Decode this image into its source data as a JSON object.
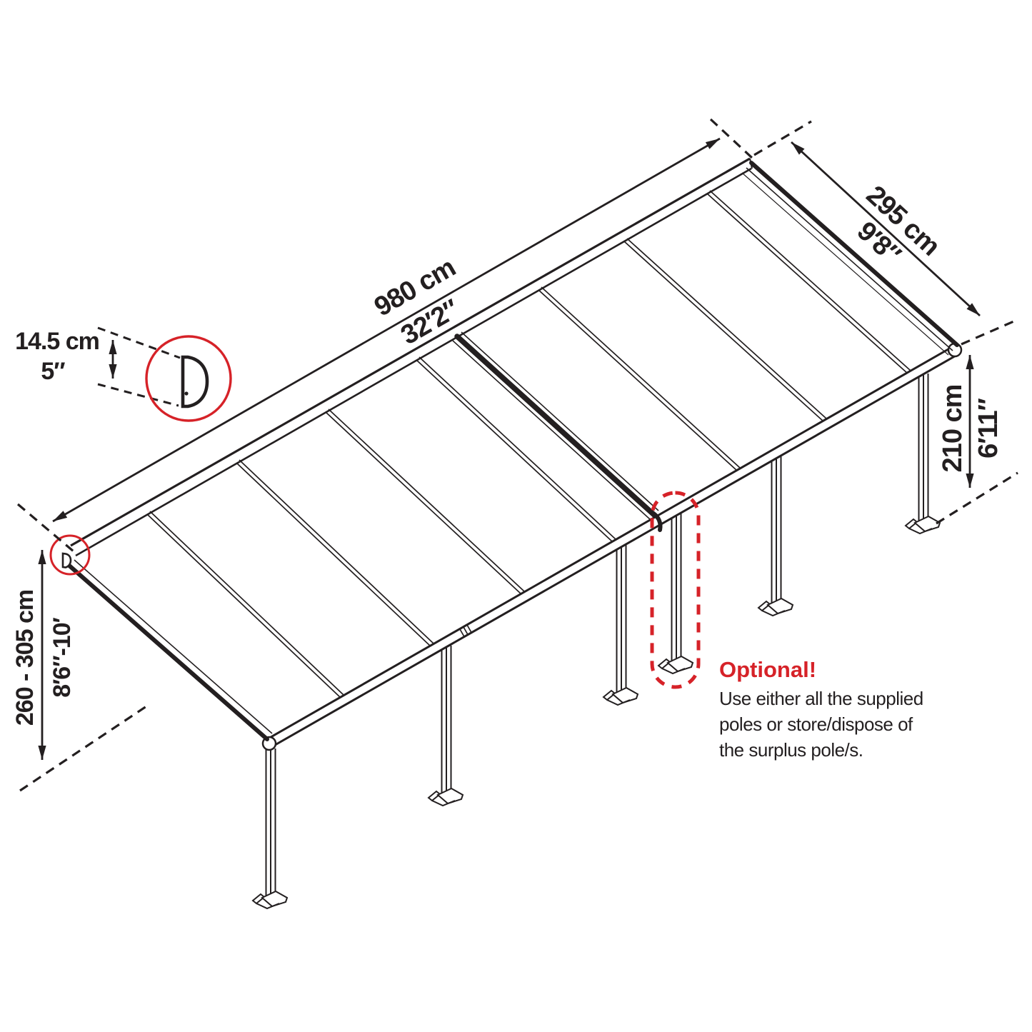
{
  "diagram": {
    "kind": "isometric-dimension-drawing",
    "subject": "patio-cover-with-support-poles",
    "dimensions": {
      "length": {
        "metric": "980 cm",
        "imperial": "32′2″"
      },
      "depth": {
        "metric": "295 cm",
        "imperial": "9′8″"
      },
      "front_height": {
        "metric": "210 cm",
        "imperial": "6′11″"
      },
      "wall_height": {
        "metric": "260 - 305 cm",
        "imperial": "8′6″-10′"
      },
      "profile": {
        "metric": "14.5 cm",
        "imperial": "5″"
      }
    },
    "note": {
      "heading": "Optional!",
      "line1": "Use either all the supplied",
      "line2": "poles or store/dispose of",
      "line3": "the surplus pole/s."
    },
    "colors": {
      "ink": "#231f20",
      "accent": "#d62228"
    }
  }
}
